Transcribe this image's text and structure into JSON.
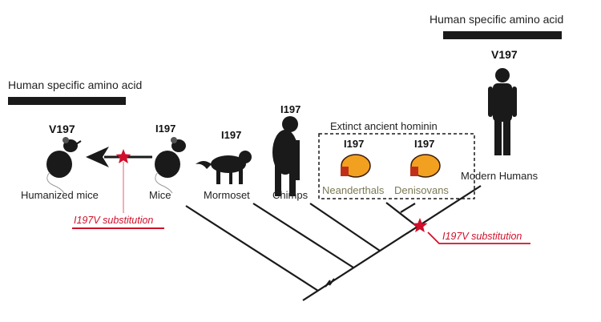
{
  "left_header": "Human specific amino acid",
  "right_header": "Human specific amino acid",
  "humanized_mice": {
    "residue": "V197",
    "label": "Humanized mice"
  },
  "mice": {
    "residue": "I197",
    "label": "Mice"
  },
  "mormoset": {
    "residue": "I197",
    "label": "Mormoset"
  },
  "chimps": {
    "residue": "I197",
    "label": "Chimps"
  },
  "extinct_group_title": "Extinct ancient  hominin",
  "neanderthals": {
    "residue": "I197",
    "label": "Neanderthals"
  },
  "denisovans": {
    "residue": "I197",
    "label": "Denisovans"
  },
  "modern_humans": {
    "residue": "V197",
    "label": "Modern Humans"
  },
  "substitution_left": "I197V substitution",
  "substitution_right": "I197V substitution",
  "colors": {
    "red": "#d0102a",
    "black": "#1a1a1a",
    "olive": "#7a7a55",
    "skull": "#f08a1c"
  }
}
